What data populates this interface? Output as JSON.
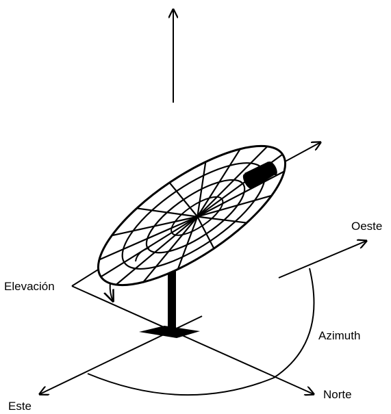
{
  "labels": {
    "oeste": "Oeste",
    "elevacion": "Elevación",
    "azimuth": "Azimuth",
    "este": "Este",
    "norte": "Norte"
  },
  "colors": {
    "ink": "#000000",
    "paper": "#ffffff"
  }
}
